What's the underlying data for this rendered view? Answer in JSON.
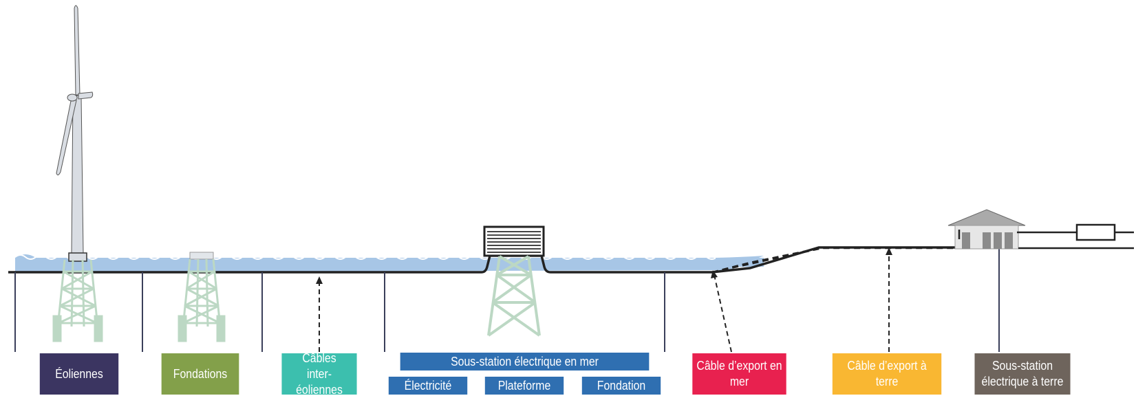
{
  "labels": {
    "eoliennes": "Éoliennes",
    "fondations": "Fondations",
    "cables_inter_line1": "Câbles",
    "cables_inter_line2": "inter-éoliennes",
    "sous_station_mer": "Sous-station électrique en mer",
    "electricite": "Électricité",
    "plateforme": "Plateforme",
    "fondation": "Fondation",
    "cable_export_mer": "Câble d’export en mer",
    "cable_export_terre": "Câble d’export à terre",
    "sous_station_terre_line1": "Sous-station",
    "sous_station_terre_line2": "électrique à terre"
  },
  "colors": {
    "eoliennes": "#3b3561",
    "fondations": "#83a04a",
    "cables_inter": "#3cbfae",
    "sous_station_mer": "#2f6fb1",
    "cable_export_mer": "#e8214f",
    "cable_export_terre": "#f9b732",
    "sous_station_terre": "#6e645c",
    "sea": "#a7c6e6",
    "structure": "#bcd8c4",
    "cable": "#222222"
  }
}
